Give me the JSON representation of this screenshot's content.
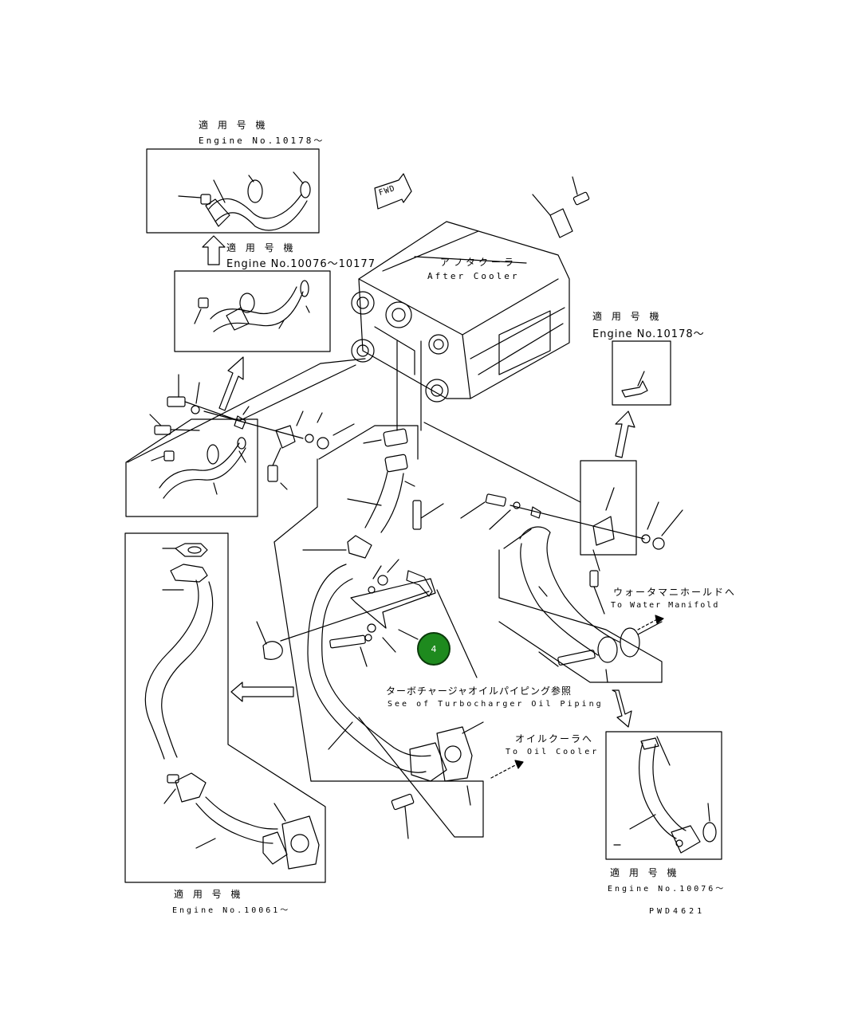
{
  "labels": {
    "top_applicable_jp": "適 用 号 機",
    "top_applicable_en": "Engine No.10178～",
    "mid_applicable_jp": "適 用 号 機",
    "mid_applicable_en": "Engine No.10076～10177",
    "aftercooler_jp": "アフタクーラ",
    "aftercooler_en": "After Cooler",
    "fwd": "FWD",
    "right_applicable_jp": "適 用 号 機",
    "right_applicable_en": "Engine No.10178～",
    "water_manifold_jp": "ウォータマニホールドへ",
    "water_manifold_en": "To Water Manifold",
    "turbo_jp": "ターボチャージャオイルパイピング参照",
    "turbo_en": "See of Turbocharger Oil Piping",
    "oil_cooler_jp": "オイルクーラへ",
    "oil_cooler_en": "To Oil Cooler",
    "bottom_right_applicable_jp": "適 用 号 機",
    "bottom_right_applicable_en": "Engine No.10076～",
    "bottom_left_applicable_jp": "適 用 号 機",
    "bottom_left_applicable_en": "Engine No.10061～",
    "drawing_code": "PWD4621"
  },
  "callout": {
    "number": "4",
    "color": "#1e8a1e"
  }
}
